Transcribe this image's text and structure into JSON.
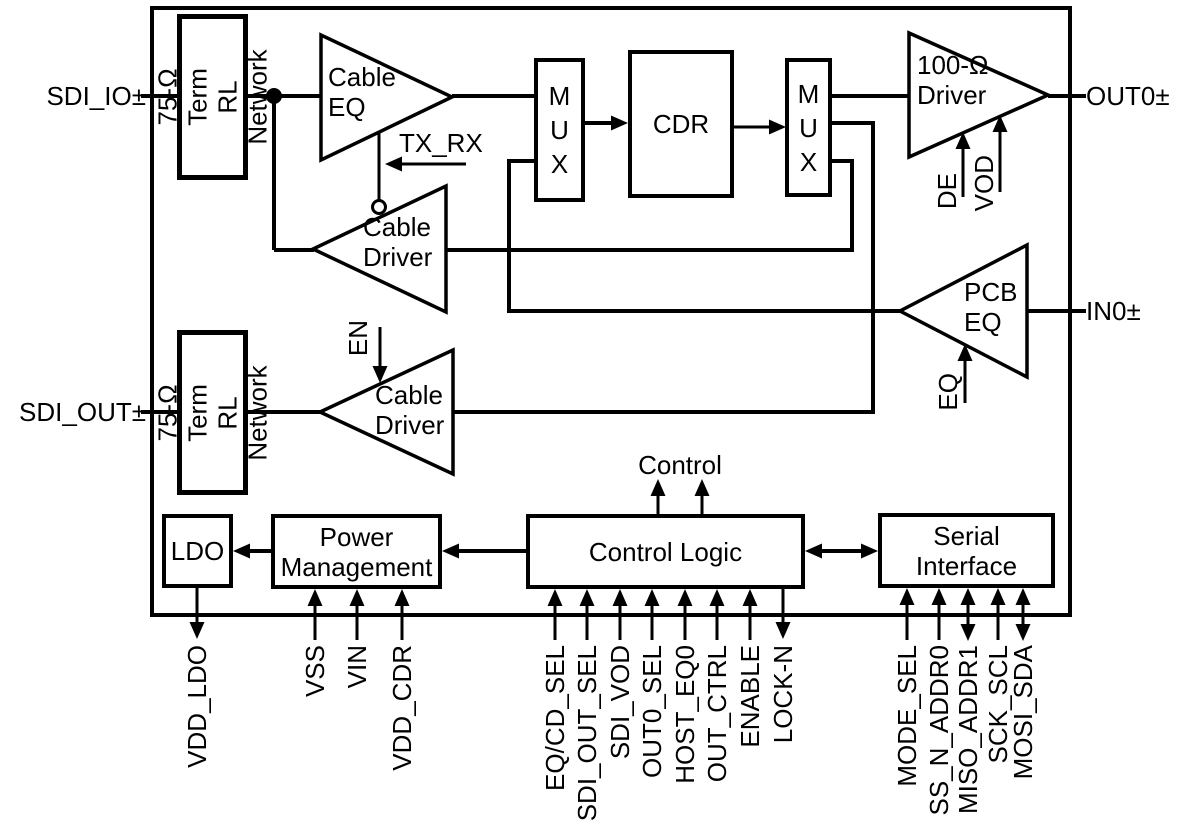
{
  "pins": {
    "left": [
      "SDI_IO±",
      "SDI_OUT±"
    ],
    "right": [
      "OUT0±",
      "IN0±"
    ],
    "power": [
      "VDD_LDO",
      "VSS",
      "VIN",
      "VDD_CDR"
    ],
    "control": [
      "EQ/CD_SEL",
      "SDI_OUT_SEL",
      "SDI_VOD",
      "OUT0_SEL",
      "HOST_EQ0",
      "OUT_CTRL",
      "ENABLE",
      "LOCK-N"
    ],
    "serial": [
      "MODE_SEL",
      "SS_N_ADDR0",
      "MISO_ADDR1",
      "SCK_SCL",
      "MOSI_SDA"
    ]
  },
  "blocks": {
    "term_top": "75-Ω Term\nRL Network",
    "term_bottom": "75-Ω Term\nRL Network",
    "cable_eq": "Cable\nEQ",
    "cable_driver_top": "Cable\nDriver",
    "cable_driver_bottom": "Cable\nDriver",
    "mux_left": "MUX",
    "mux_right": "MUX",
    "cdr": "CDR",
    "output_driver": "100-Ω\nDriver",
    "pcb_eq": "PCB\nEQ",
    "ldo": "LDO",
    "power_management": "Power\nManagement",
    "control_logic": "Control Logic",
    "serial_interface": "Serial\nInterface"
  },
  "control_signals": {
    "tx_rx": "TX_RX",
    "en": "EN",
    "de": "DE",
    "vod": "VOD",
    "eq": "EQ",
    "control_bus": "Control"
  },
  "colors": {
    "line": "#000000",
    "background": "#ffffff",
    "text": "#000000"
  }
}
